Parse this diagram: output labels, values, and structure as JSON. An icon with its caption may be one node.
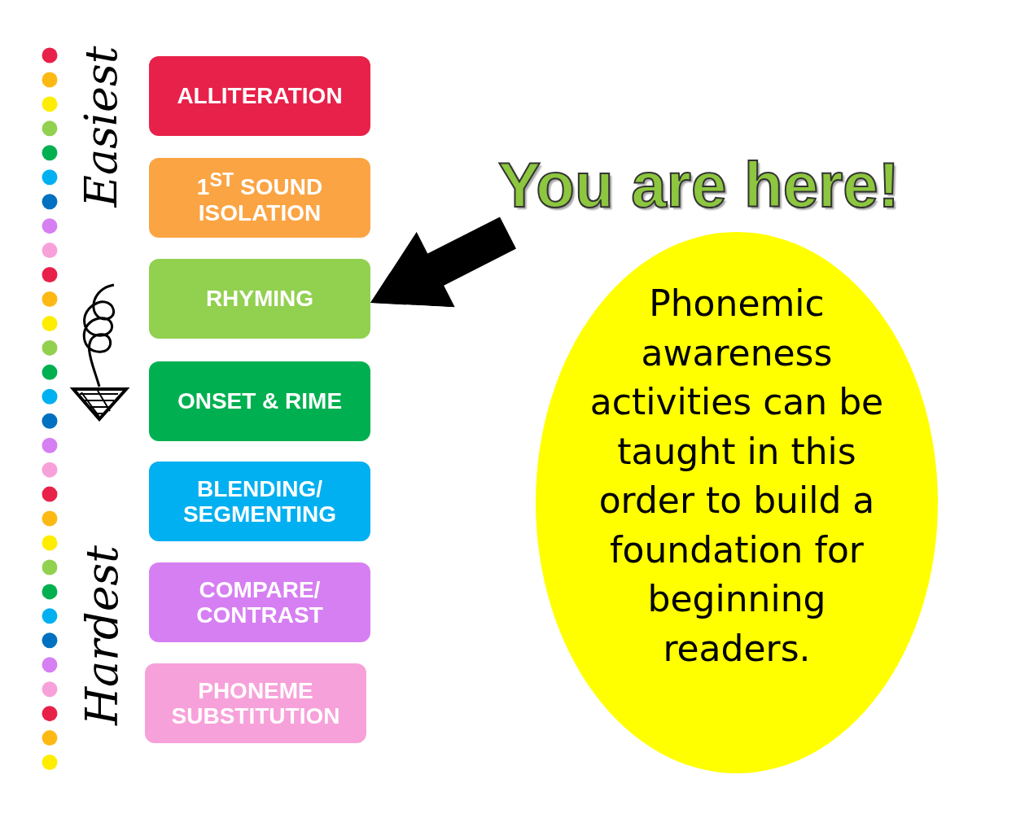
{
  "diagram": {
    "nodes": [
      {
        "text": [
          "ALLITERATION"
        ]
      },
      {
        "text": [
          "1$^{ST}$ SOUND ISOLATION"
        ]
      },
      {
        "text": [
          "RHYMING"
        ]
      },
      {
        "text": [
          "ONSET & RIME"
        ]
      },
      {
        "text": [
          "BLENDING/ SEGMENTING"
        ]
      },
      {
        "text": [
          "COMPARE/ CONTRAST"
        ]
      },
      {
        "text": [
          "PHONEME SUBSTITUTION"
        ]
      },
      {
        "text": [
          "You are here!"
        ]
      },
      {
        "text": [
          "Phonemic awareness activities can be taught in this order to build a foundation for beginning readers."
        ]
      }
    ],
    "edges": [
      {
        "from": 7,
        "to": 2,
        "arrow": "to"
      }
    ],
    "labels": [
      "Easiest",
      "Hardest"
    ]
  }
}
